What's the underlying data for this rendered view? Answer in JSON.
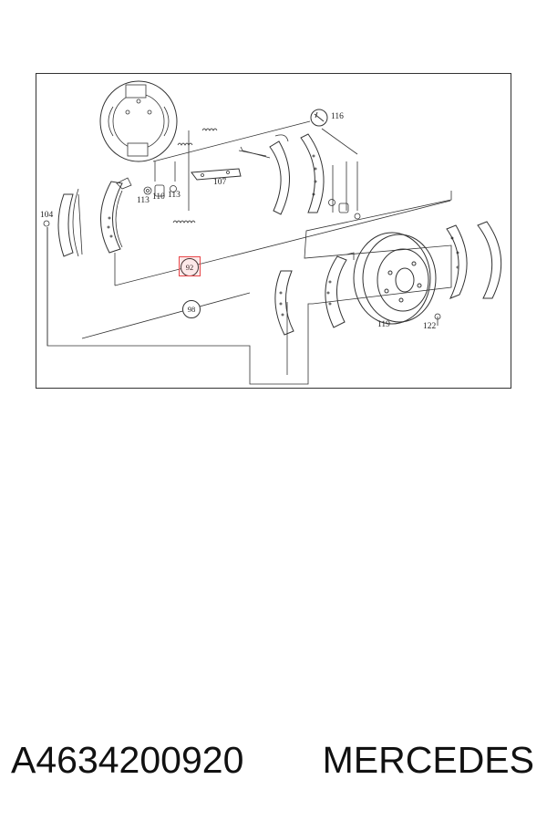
{
  "diagram": {
    "labels": {
      "p92": "92",
      "p98": "98",
      "p104": "104",
      "p107": "107",
      "p110": "110",
      "p113a": "113",
      "p113b": "113",
      "p116": "116",
      "p119": "119",
      "p122": "122"
    },
    "highlight_color": "#e8474a"
  },
  "caption": {
    "part_number": "A4634200920",
    "brand": "MERCEDES"
  }
}
